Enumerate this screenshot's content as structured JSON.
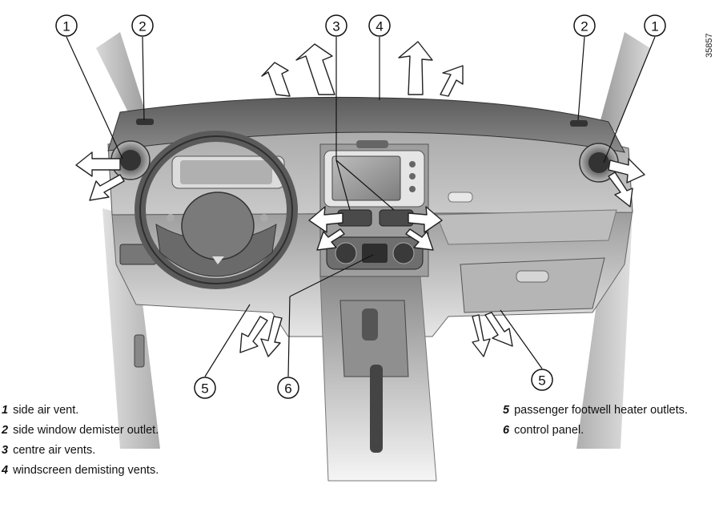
{
  "reference_code": "35857",
  "callouts": {
    "c1_left": "1",
    "c2_left": "2",
    "c3": "3",
    "c4": "4",
    "c2_right": "2",
    "c1_right": "1",
    "c5_left": "5",
    "c6": "6",
    "c5_right": "5"
  },
  "legend_left": [
    {
      "num": "1",
      "text": "side air vent."
    },
    {
      "num": "2",
      "text": "side window demister outlet."
    },
    {
      "num": "3",
      "text": "centre air vents."
    },
    {
      "num": "4",
      "text": "windscreen demisting vents."
    }
  ],
  "legend_right": [
    {
      "num": "5",
      "text": "passenger footwell heater outlets."
    },
    {
      "num": "6",
      "text": "control panel."
    }
  ]
}
